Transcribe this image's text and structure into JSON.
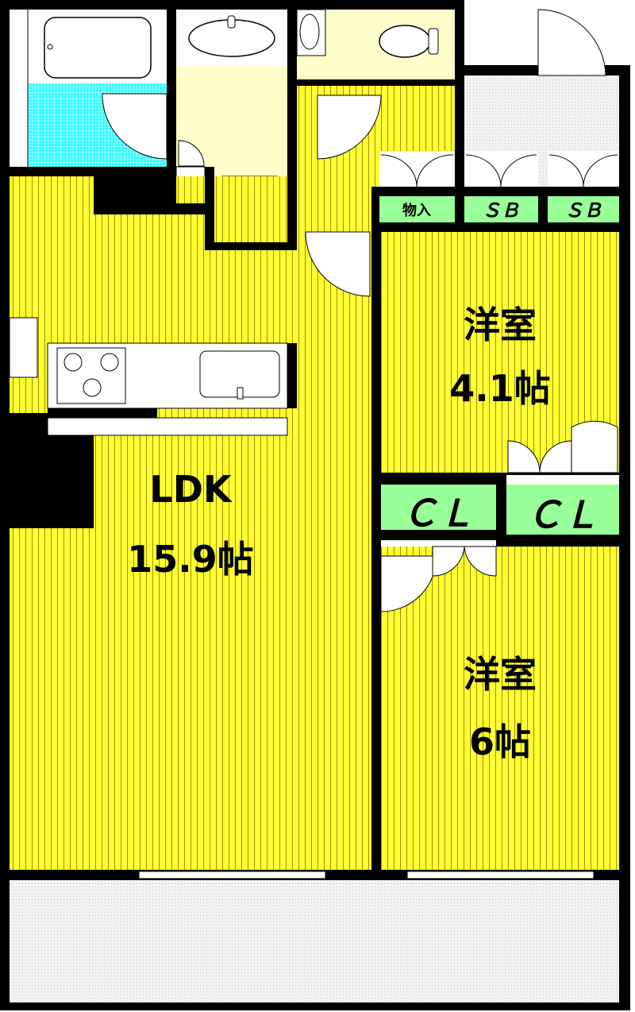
{
  "rooms": {
    "ldk": {
      "name": "LDK",
      "size": "15.9帖"
    },
    "western_room_1": {
      "name": "洋室",
      "size": "4.1帖"
    },
    "western_room_2": {
      "name": "洋室",
      "size": "6帖"
    }
  },
  "storage": {
    "closet_storage": "物入",
    "shoe_box_1": "ＳＢ",
    "shoe_box_2": "ＳＢ",
    "closet_1": "ＣＬ",
    "closet_2": "ＣＬ"
  },
  "colors": {
    "floor": "#ffff33",
    "floor_line": "#a09000",
    "wet_area": "#ffffcc",
    "bath_floor": "#33ffff",
    "storage": "#99ff99",
    "wall": "#000000",
    "balcony": "#e8e8e8"
  }
}
